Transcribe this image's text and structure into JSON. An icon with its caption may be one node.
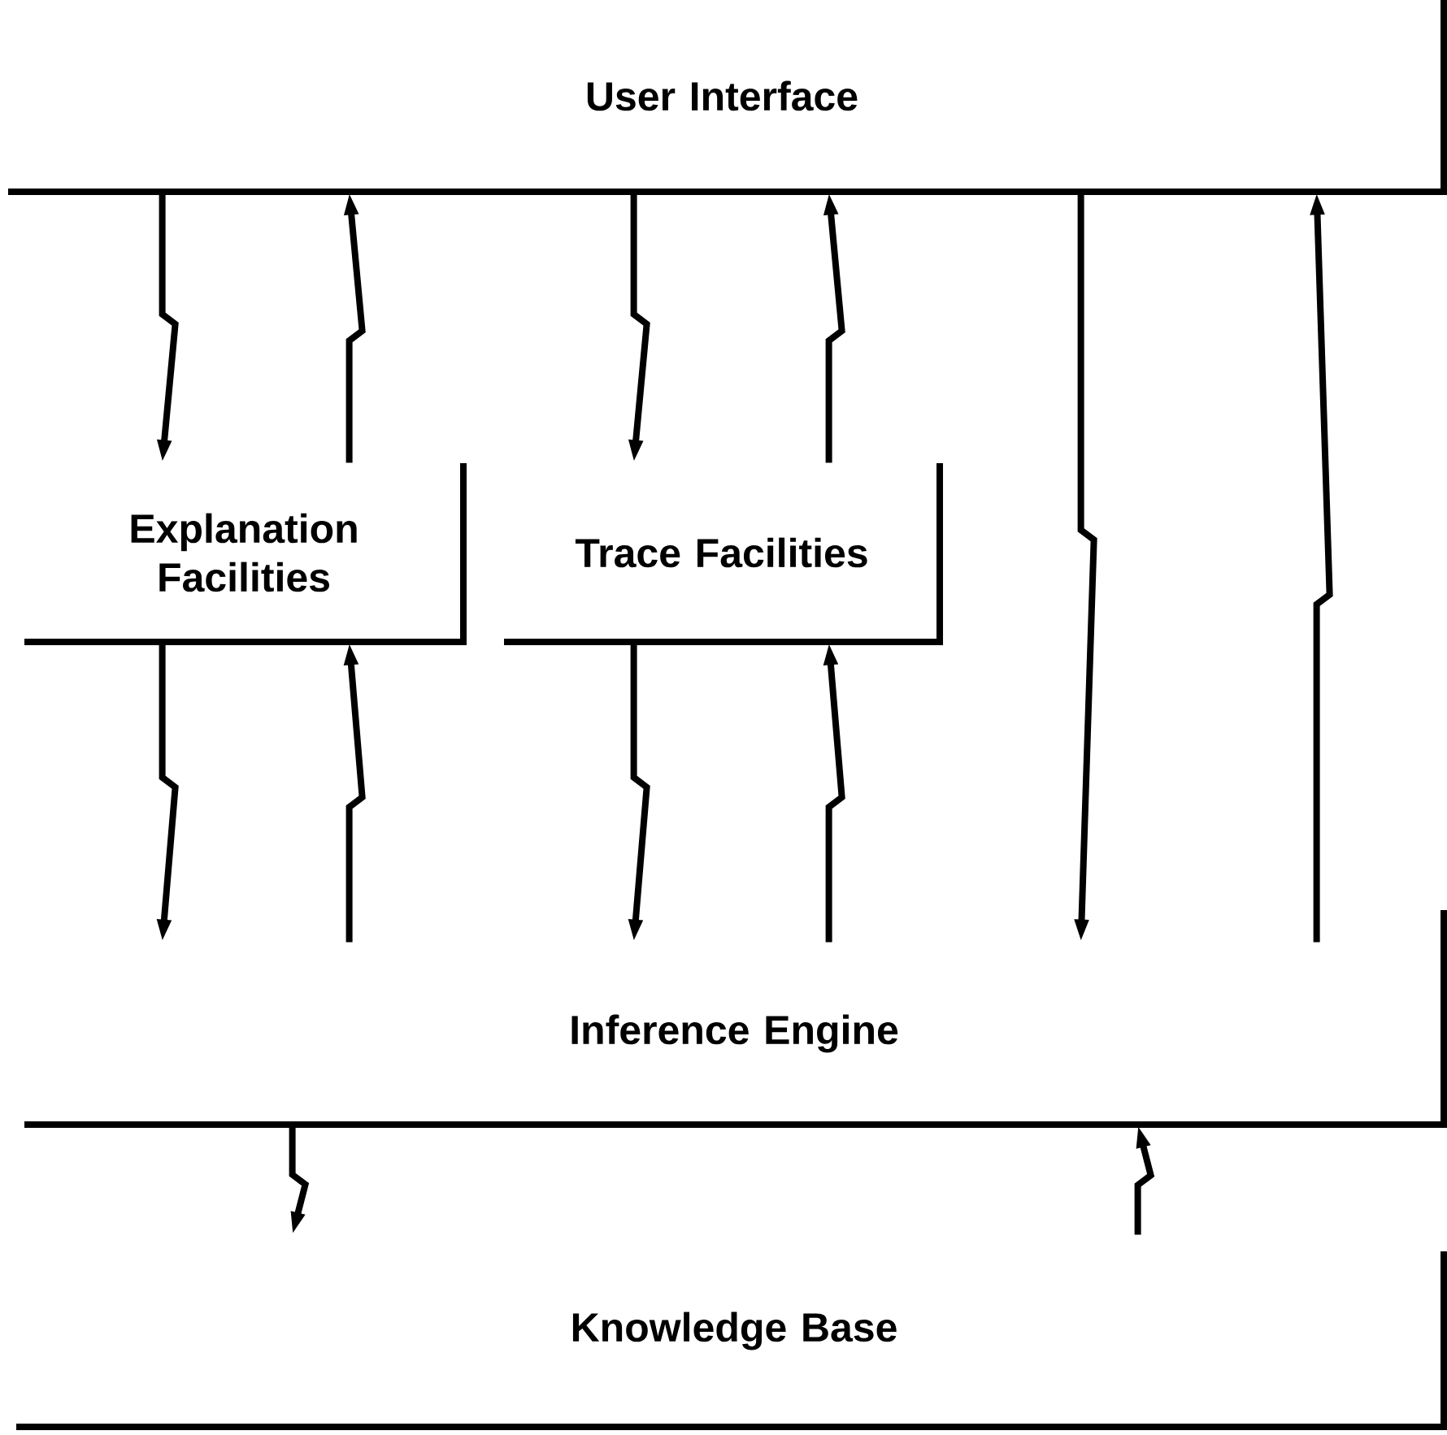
{
  "diagram": {
    "nodes": [
      {
        "text": [
          "User Interface"
        ]
      },
      {
        "text": [
          "Explanation Facilities"
        ]
      },
      {
        "text": [
          "Trace Facilities"
        ]
      },
      {
        "text": [
          "Inference Engine"
        ]
      },
      {
        "text": [
          "Knowledge Base"
        ]
      }
    ],
    "edges": [
      {
        "from": 0,
        "to": 1,
        "arrow": "to"
      },
      {
        "from": 1,
        "to": 0,
        "arrow": "to"
      },
      {
        "from": 0,
        "to": 2,
        "arrow": "to"
      },
      {
        "from": 2,
        "to": 0,
        "arrow": "to"
      },
      {
        "from": 0,
        "to": 3,
        "arrow": "to"
      },
      {
        "from": 3,
        "to": 0,
        "arrow": "to"
      },
      {
        "from": 1,
        "to": 3,
        "arrow": "to"
      },
      {
        "from": 3,
        "to": 1,
        "arrow": "to"
      },
      {
        "from": 2,
        "to": 3,
        "arrow": "to"
      },
      {
        "from": 3,
        "to": 2,
        "arrow": "to"
      },
      {
        "from": 3,
        "to": 4,
        "arrow": "to"
      },
      {
        "from": 4,
        "to": 3,
        "arrow": "to"
      }
    ]
  }
}
